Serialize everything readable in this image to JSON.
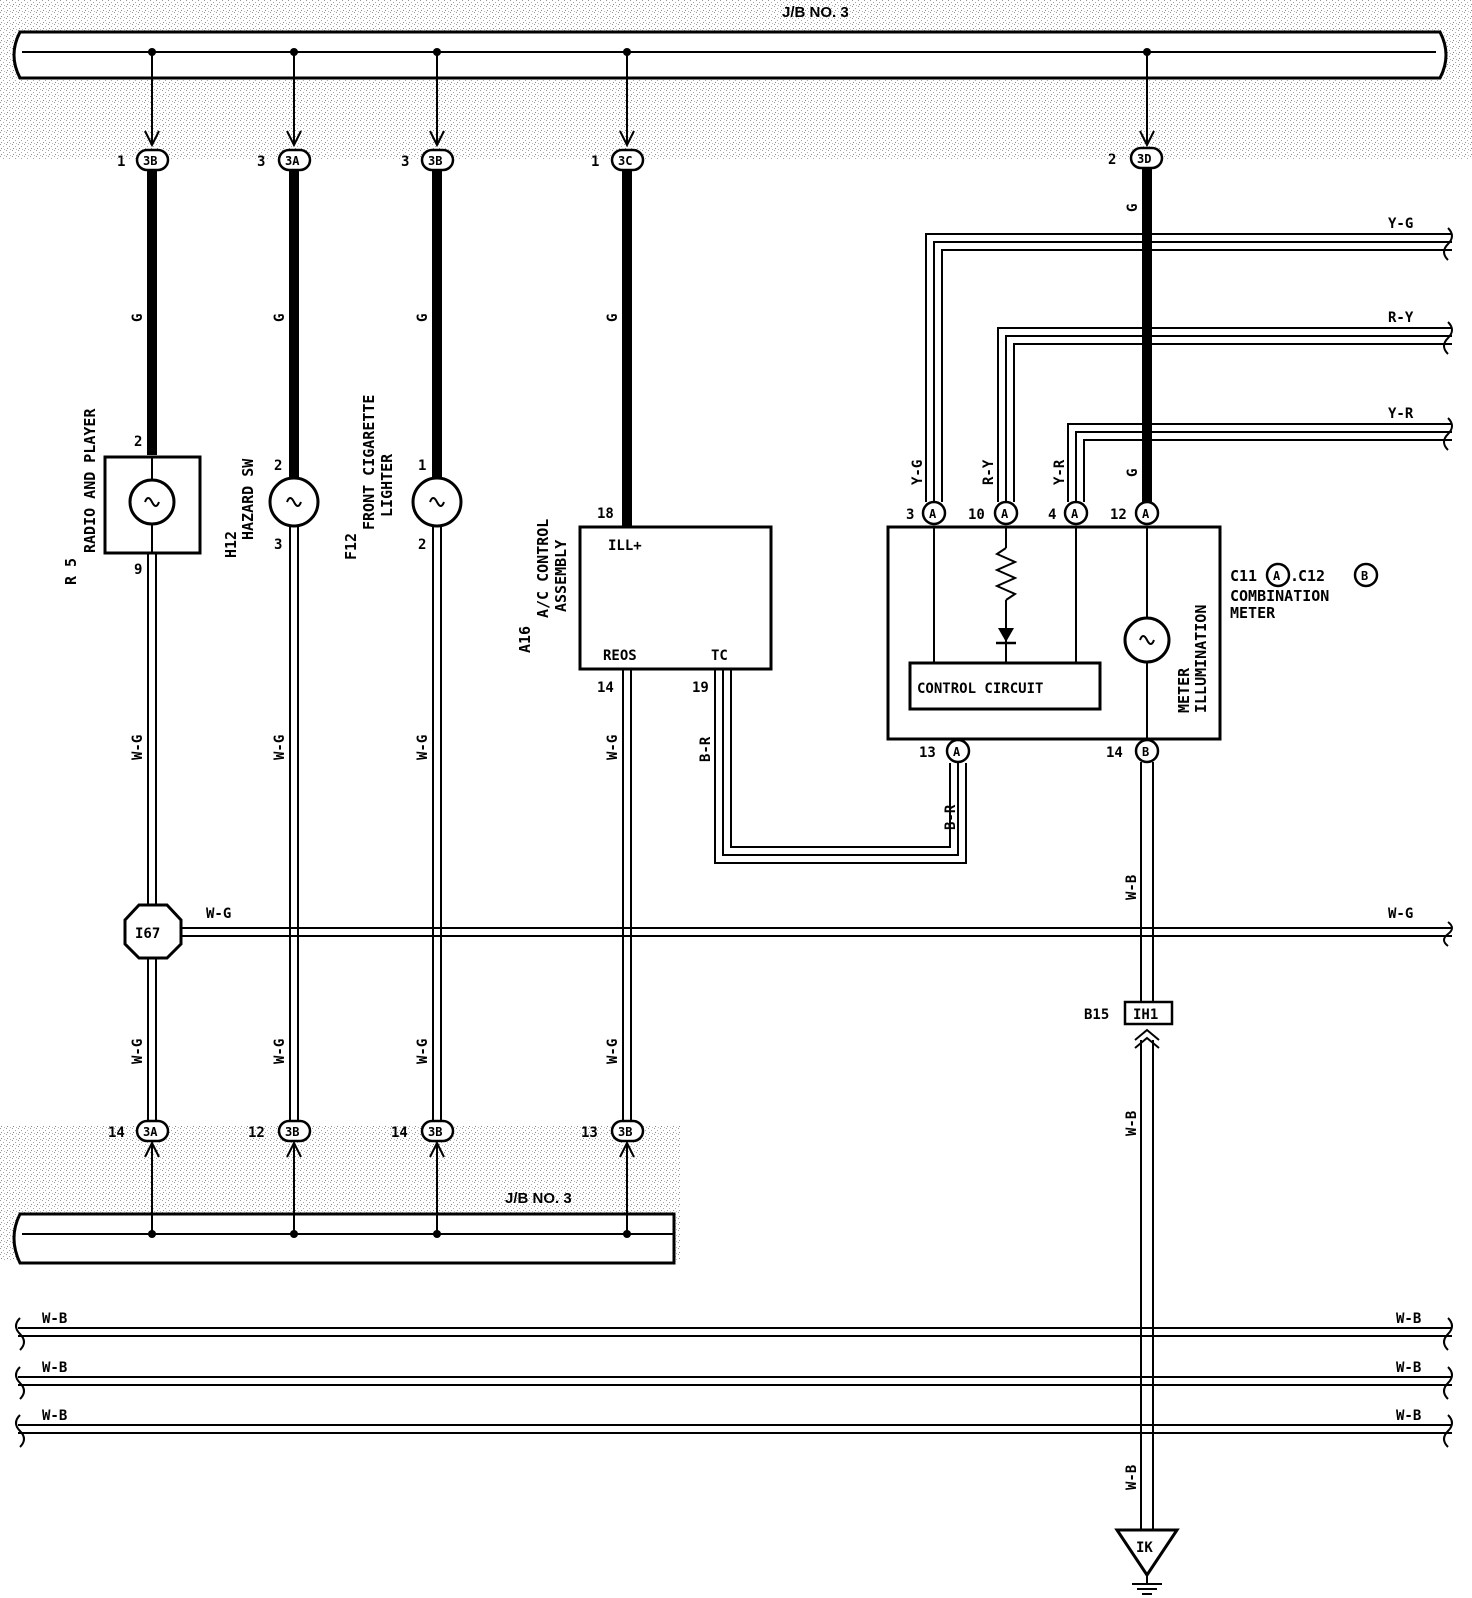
{
  "junction_blocks": {
    "top": "J/B NO. 3",
    "bottom": "J/B NO. 3"
  },
  "wire_colors": {
    "g": "G",
    "wg": "W-G",
    "wb": "W-B",
    "br": "B-R",
    "yg": "Y-G",
    "ry": "R-Y",
    "yr": "Y-R"
  },
  "connectors": {
    "top": [
      {
        "pin": "1",
        "code": "3B"
      },
      {
        "pin": "3",
        "code": "3A"
      },
      {
        "pin": "3",
        "code": "3B"
      },
      {
        "pin": "1",
        "code": "3C"
      },
      {
        "pin": "2",
        "code": "3D"
      }
    ],
    "bottom": [
      {
        "pin": "14",
        "code": "3A"
      },
      {
        "pin": "12",
        "code": "3B"
      },
      {
        "pin": "14",
        "code": "3B"
      },
      {
        "pin": "13",
        "code": "3B"
      }
    ]
  },
  "components": {
    "radio": {
      "code": "R 5",
      "name": "RADIO AND PLAYER",
      "pin_in": "2",
      "pin_out": "9"
    },
    "hazard": {
      "code": "H12",
      "name": "HAZARD SW",
      "pin_in": "2",
      "pin_out": "3"
    },
    "lighter": {
      "code": "F12",
      "name_line1": "FRONT CIGARETTE",
      "name_line2": "LIGHTER",
      "pin_in": "1",
      "pin_out": "2"
    },
    "ac": {
      "code": "A16",
      "name_line1": "A/C CONTROL",
      "name_line2": "ASSEMBLY",
      "term_ill": "ILL+",
      "term_reos": "REOS",
      "term_tc": "TC",
      "pin_ill": "18",
      "pin_reos": "14",
      "pin_tc": "19"
    },
    "meter": {
      "code_a": "C11",
      "code_b": "C12",
      "sep": ".",
      "tag_a": "A",
      "tag_b": "B",
      "name": "COMBINATION",
      "name_line2": "METER",
      "control": "CONTROL CIRCUIT",
      "illum_line1": "METER",
      "illum_line2": "ILLUMINATION",
      "pins_top": [
        "3",
        "10",
        "4",
        "12"
      ],
      "pin_br": "13",
      "pin_wb": "14"
    }
  },
  "splice": "I67",
  "connector_b15": {
    "code": "B15",
    "label": "IH1"
  },
  "ground": "IK"
}
